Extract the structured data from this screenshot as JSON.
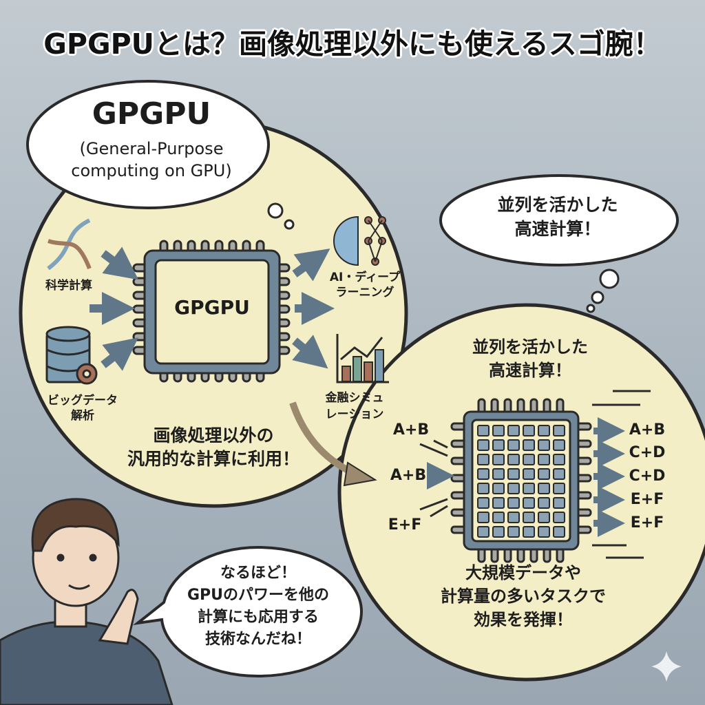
{
  "title": "GPGPUとは？画像処理以外にも使えるスゴ腕！",
  "cloud": {
    "heading": "GPGPU",
    "line1": "(General-Purpose",
    "line2": "computing on GPU)"
  },
  "left_circle": {
    "chip_label": "GPGPU",
    "inputs": [
      {
        "label": "科学計算",
        "icon": "dna-icon"
      },
      {
        "label": "ビッグデータ",
        "label2": "解析",
        "icon": "database-gear-icon"
      }
    ],
    "outputs": [
      {
        "label": "AI・ディープ",
        "label2": "ラーニング",
        "icon": "brain-network-icon"
      },
      {
        "label": "金融シミュ",
        "label2": "レーション",
        "icon": "bar-chart-icon"
      }
    ],
    "caption1": "画像処理以外の",
    "caption2": "汎用的な計算に利用！"
  },
  "thought_bubble": {
    "line1": "並列を活かした",
    "line2": "高速計算！"
  },
  "right_circle": {
    "heading1": "並列を活かした",
    "heading2": "高速計算！",
    "inputs": [
      "A+B",
      "A+B",
      "E+F"
    ],
    "outputs": [
      "A+B",
      "C+D",
      "C+D",
      "E+F",
      "E+F"
    ],
    "caption1": "大規模データや",
    "caption2": "計算量の多いタスクで",
    "caption3": "効果を発揮！"
  },
  "speech": {
    "line1": "なるほど！",
    "line2": "GPUのパワーを他の",
    "line3": "計算にも応用する",
    "line4": "技術なんだね！"
  },
  "colors": {
    "circle": "#f4eec6",
    "chip": "#6f8799",
    "arrow": "#5f7789",
    "outline": "#2a2a2a"
  }
}
